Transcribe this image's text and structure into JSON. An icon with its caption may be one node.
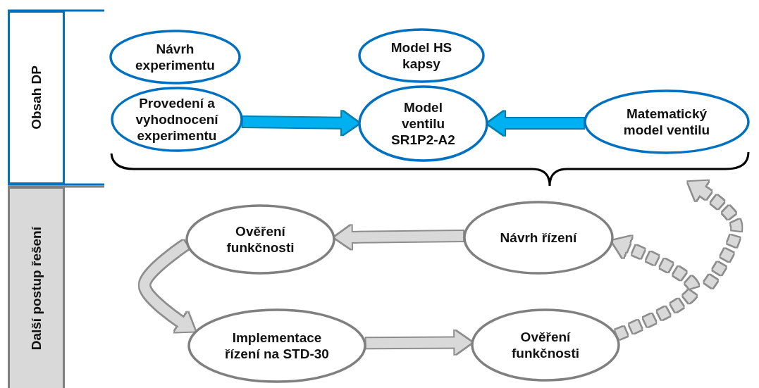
{
  "diagram": {
    "nodes": [
      {
        "text": [
          "Obsah DP"
        ]
      },
      {
        "text": [
          "Další postup řešení"
        ]
      },
      {
        "text": [
          "Návrh experimentu"
        ]
      },
      {
        "text": [
          "Model HS kapsy"
        ]
      },
      {
        "text": [
          "Provedení a vyhodnocení experimentu"
        ]
      },
      {
        "text": [
          "Model ventilu SR1P2-A2"
        ]
      },
      {
        "text": [
          "Matematický model ventilu"
        ]
      },
      {
        "text": [
          "Ověření funkčnosti"
        ]
      },
      {
        "text": [
          "Návrh řízení"
        ]
      },
      {
        "text": [
          "Implementace řízení na STD-30"
        ]
      },
      {
        "text": [
          "Ověření funkčnosti"
        ]
      },
      {
        "text": [],
        "shape": "brace"
      }
    ],
    "edges": [
      {
        "from": 4,
        "to": 5,
        "arrow": "to",
        "color": "#00b0f0"
      },
      {
        "from": 6,
        "to": 5,
        "arrow": "to",
        "color": "#00b0f0"
      },
      {
        "from": 8,
        "to": 7,
        "arrow": "to"
      },
      {
        "from": 7,
        "to": 9,
        "arrow": "to"
      },
      {
        "from": 9,
        "to": 10,
        "arrow": "to"
      },
      {
        "from": 10,
        "to": 8,
        "arrow": "to",
        "style": "dashed"
      },
      {
        "from": null,
        "to": 11,
        "arrow": "to",
        "style": "dashed"
      }
    ]
  }
}
